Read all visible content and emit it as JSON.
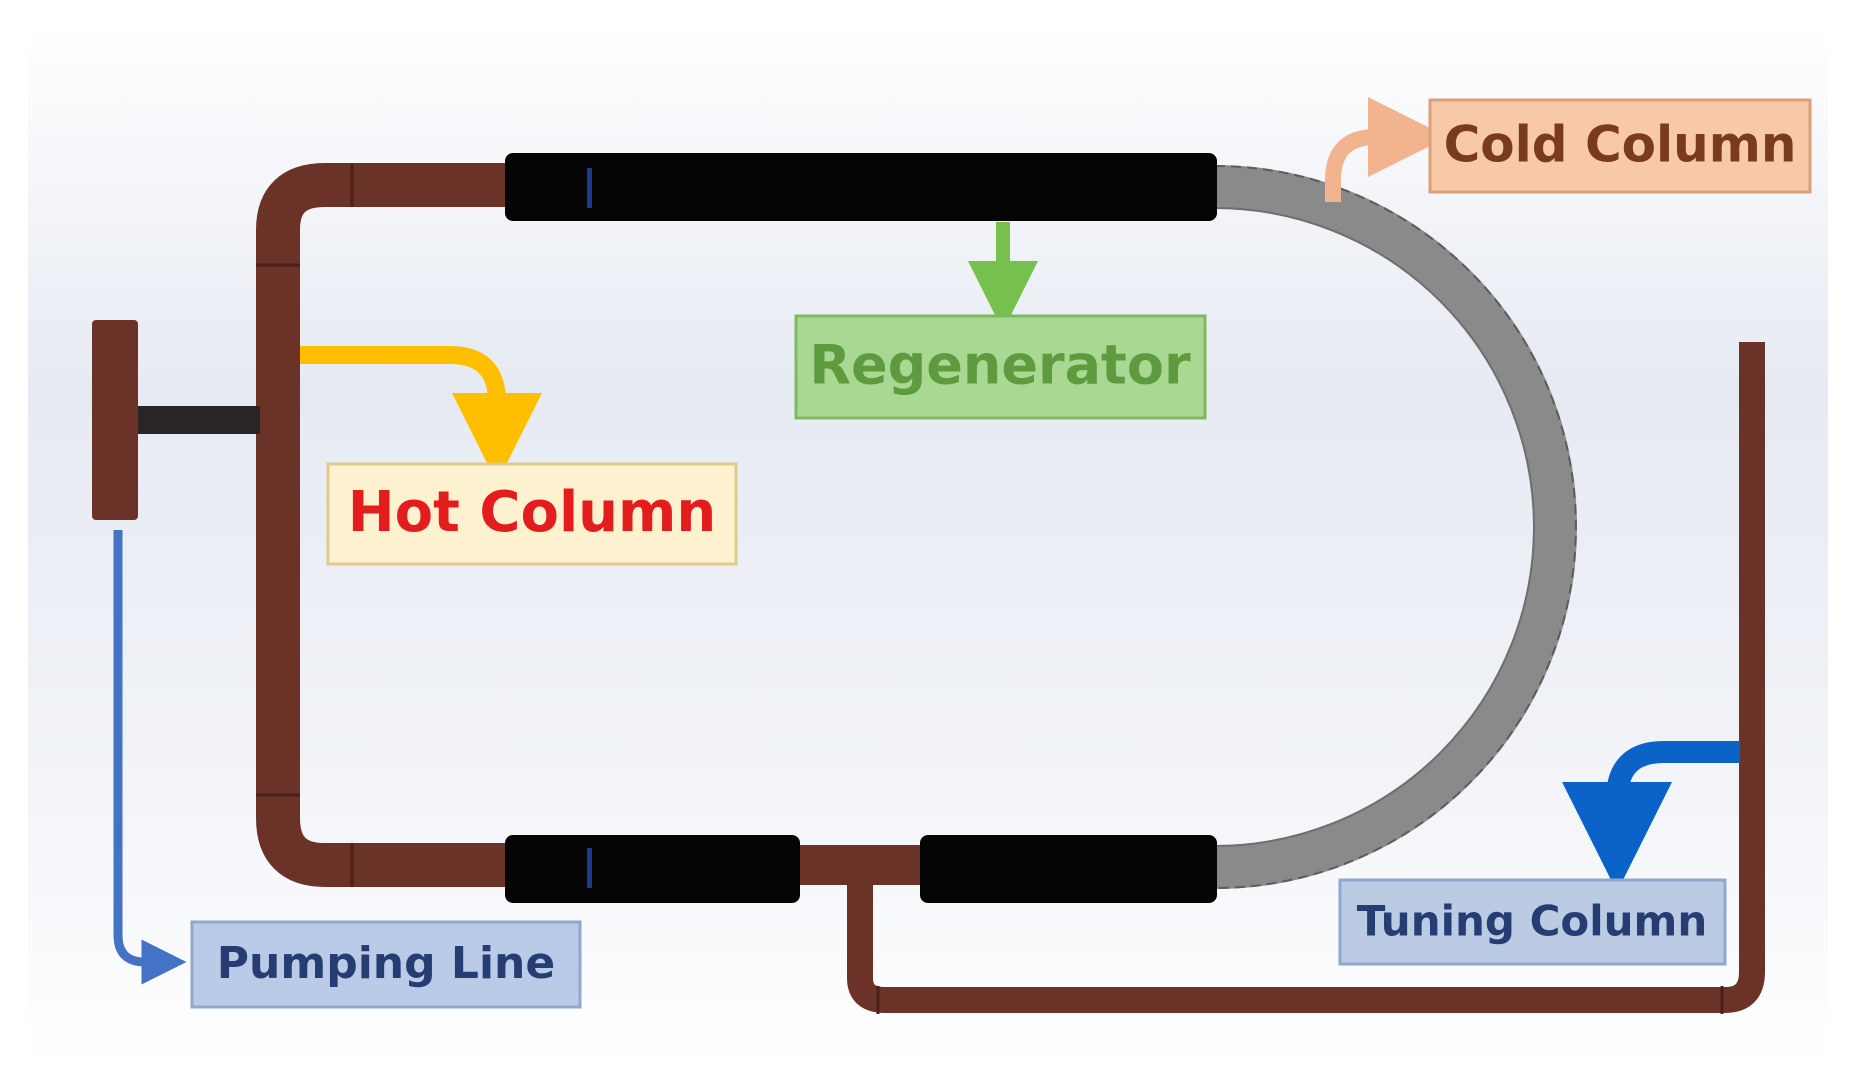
{
  "labels": {
    "cold_column": "Cold Column",
    "regenerator": "Regenerator",
    "hot_column": "Hot Column",
    "pumping_line": "Pumping Line",
    "tuning_column": "Tuning Column"
  },
  "colors": {
    "pipe": "#6b3328",
    "pipe_dark": "#4a2019",
    "black_segment": "#050505",
    "blue_mark": "#1e3a8c",
    "cold_pipe": "#8a8a8a",
    "cold_label_fill": "#f8c9a9",
    "cold_label_text": "#7a3a1c",
    "cold_arrow": "#f2b48f",
    "regenerator_label_fill": "#a9d892",
    "regenerator_label_text": "#5e9a3e",
    "regenerator_arrow": "#76c14e",
    "hot_label_fill": "#fdf1cf",
    "hot_label_text": "#e31d1d",
    "hot_arrow": "#ffbf00",
    "pumping_label_fill": "#b9cbe6",
    "pumping_label_text": "#263d73",
    "pumping_arrow": "#4472c4",
    "tuning_label_fill": "#bccbe4",
    "tuning_label_text": "#263d73",
    "tuning_arrow": "#0b63c7"
  }
}
